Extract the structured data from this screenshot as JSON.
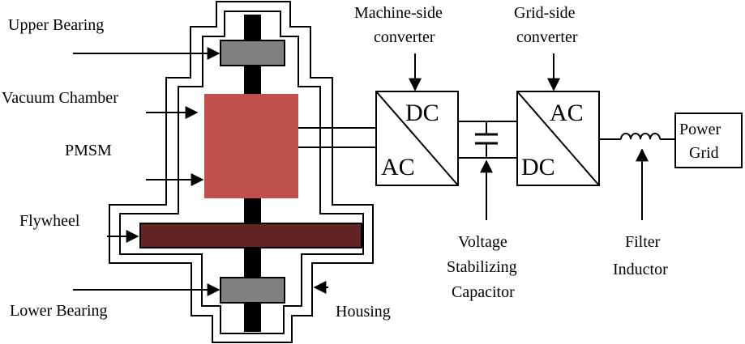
{
  "labels": {
    "upper_bearing": "Upper Bearing",
    "vacuum_chamber": "Vacuum Chamber",
    "pmsm": "PMSM",
    "flywheel": "Flywheel",
    "lower_bearing": "Lower Bearing",
    "housing": "Housing",
    "machine_side_line1": "Machine-side",
    "machine_side_line2": "converter",
    "grid_side_line1": "Grid-side",
    "grid_side_line2": "converter",
    "capacitor_line1": "Voltage",
    "capacitor_line2": "Stabilizing",
    "capacitor_line3": "Capacitor",
    "inductor_line1": "Filter",
    "inductor_line2": "Inductor",
    "grid_line1": "Power",
    "grid_line2": "Grid"
  },
  "converters": {
    "machine_top": "DC",
    "machine_bottom": "AC",
    "grid_top": "AC",
    "grid_bottom": "DC"
  },
  "colors": {
    "pmsm": "#c0504d",
    "flywheel": "#632523",
    "bearing": "#808080",
    "shaft": "#000000"
  }
}
